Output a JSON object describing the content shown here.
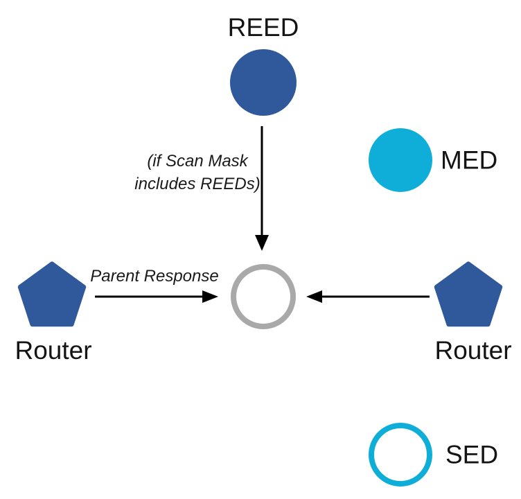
{
  "diagram": {
    "background": "#FFFFFF",
    "arrow_color": "#000000",
    "nodes": [
      {
        "id": "reed",
        "label": "REED",
        "shape": "circle",
        "variant": "filled",
        "color": "#30599B"
      },
      {
        "id": "med",
        "label": "MED",
        "shape": "circle",
        "variant": "filled",
        "color": "#0FAED9"
      },
      {
        "id": "center",
        "label": "",
        "shape": "circle",
        "variant": "outlined",
        "color": "#A9A9A9"
      },
      {
        "id": "router-left",
        "label": "Router",
        "shape": "pentagon",
        "variant": "filled",
        "color": "#30599B"
      },
      {
        "id": "router-right",
        "label": "Router",
        "shape": "pentagon",
        "variant": "filled",
        "color": "#30599B"
      },
      {
        "id": "sed",
        "label": "SED",
        "shape": "circle",
        "variant": "outlined",
        "color": "#0FAED9"
      }
    ],
    "edges": [
      {
        "from": "reed",
        "to": "center",
        "annotation_line1": "(if Scan Mask",
        "annotation_line2": "includes REEDs)"
      },
      {
        "from": "router-left",
        "to": "center",
        "annotation": "Parent Response"
      },
      {
        "from": "router-right",
        "to": "center",
        "annotation": ""
      }
    ]
  }
}
